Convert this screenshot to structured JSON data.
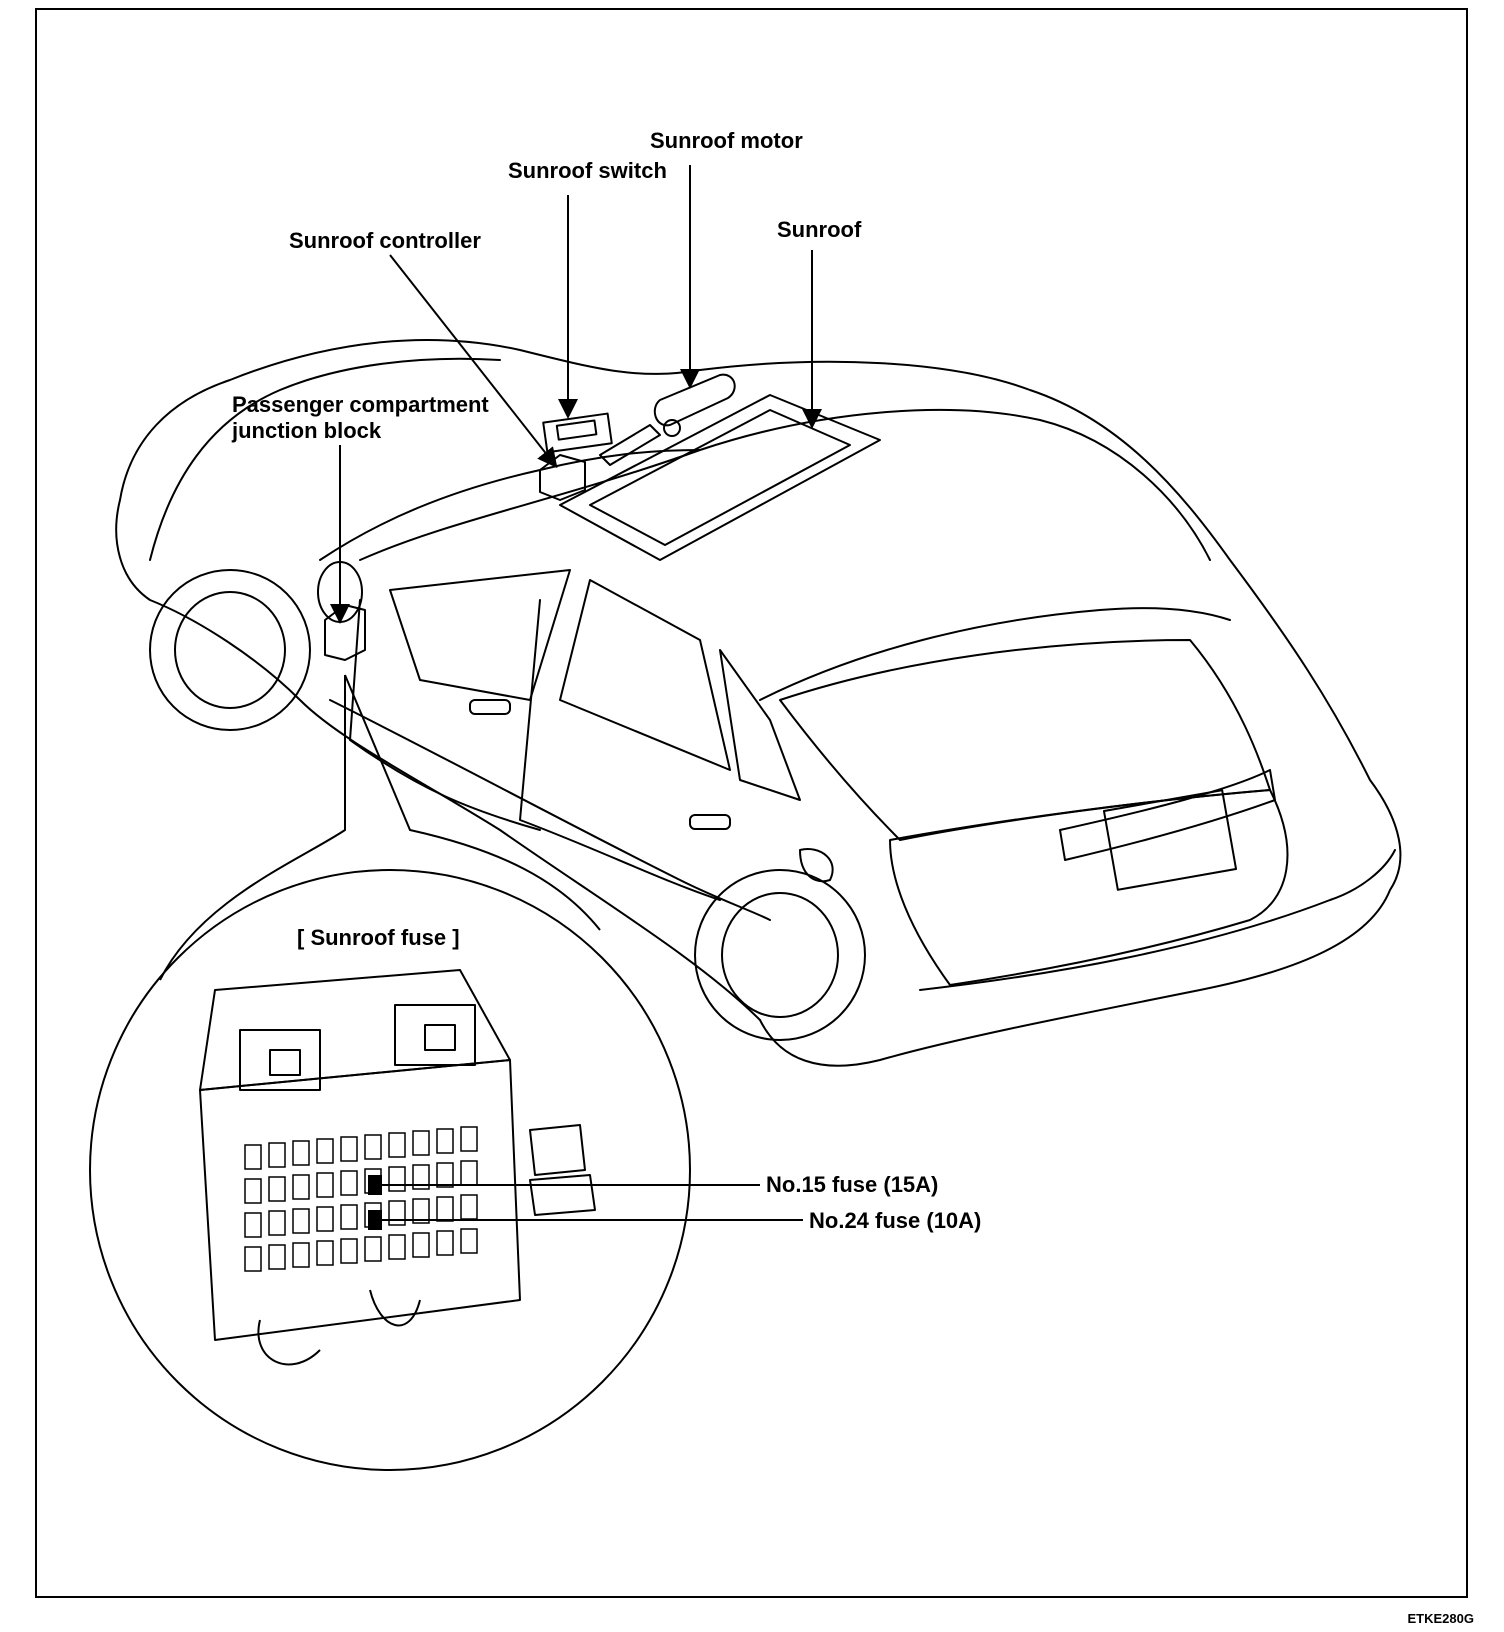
{
  "labels": {
    "sunroof_motor": "Sunroof motor",
    "sunroof_switch": "Sunroof switch",
    "sunroof_controller": "Sunroof controller",
    "sunroof": "Sunroof",
    "junction_block_line1": "Passenger compartment",
    "junction_block_line2": "junction block",
    "fuse_title": "[ Sunroof fuse ]",
    "fuse_15": "No.15 fuse (15A)",
    "fuse_24": "No.24 fuse (10A)"
  },
  "figure_code": "ETKE280G"
}
